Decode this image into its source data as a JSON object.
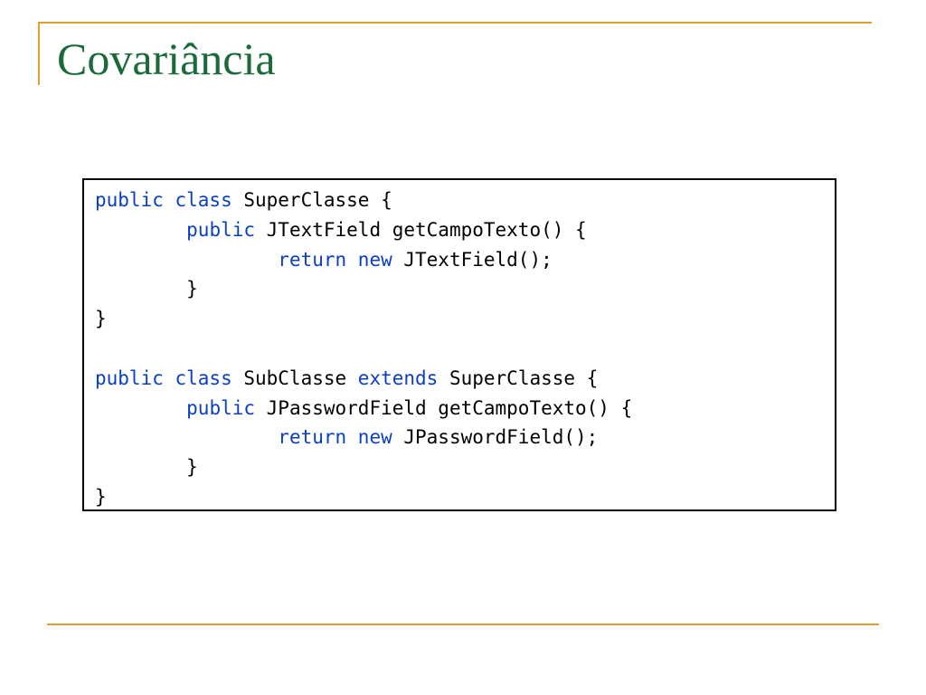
{
  "slide": {
    "title": "Covariância",
    "accent_color": "#E0A030",
    "title_color": "#1B6B3A",
    "keyword_color": "#0A3FC4"
  },
  "code": {
    "lines": [
      [
        {
          "t": "public class",
          "kw": true
        },
        {
          "t": " SuperClasse {",
          "kw": false
        }
      ],
      [
        {
          "t": "\t",
          "kw": false
        },
        {
          "t": "public",
          "kw": true
        },
        {
          "t": " JTextField getCampoTexto() {",
          "kw": false
        }
      ],
      [
        {
          "t": "\t\t",
          "kw": false
        },
        {
          "t": "return new",
          "kw": true
        },
        {
          "t": " JTextField();",
          "kw": false
        }
      ],
      [
        {
          "t": "\t}",
          "kw": false
        }
      ],
      [
        {
          "t": "}",
          "kw": false
        }
      ],
      [],
      [
        {
          "t": "public class",
          "kw": true
        },
        {
          "t": " SubClasse ",
          "kw": false
        },
        {
          "t": "extends",
          "kw": true
        },
        {
          "t": " SuperClasse {",
          "kw": false
        }
      ],
      [
        {
          "t": "\t",
          "kw": false
        },
        {
          "t": "public",
          "kw": true
        },
        {
          "t": " JPasswordField getCampoTexto() {",
          "kw": false
        }
      ],
      [
        {
          "t": "\t\t",
          "kw": false
        },
        {
          "t": "return new",
          "kw": true
        },
        {
          "t": " JPasswordField();",
          "kw": false
        }
      ],
      [
        {
          "t": "\t}",
          "kw": false
        }
      ],
      [
        {
          "t": "}",
          "kw": false
        }
      ]
    ]
  }
}
